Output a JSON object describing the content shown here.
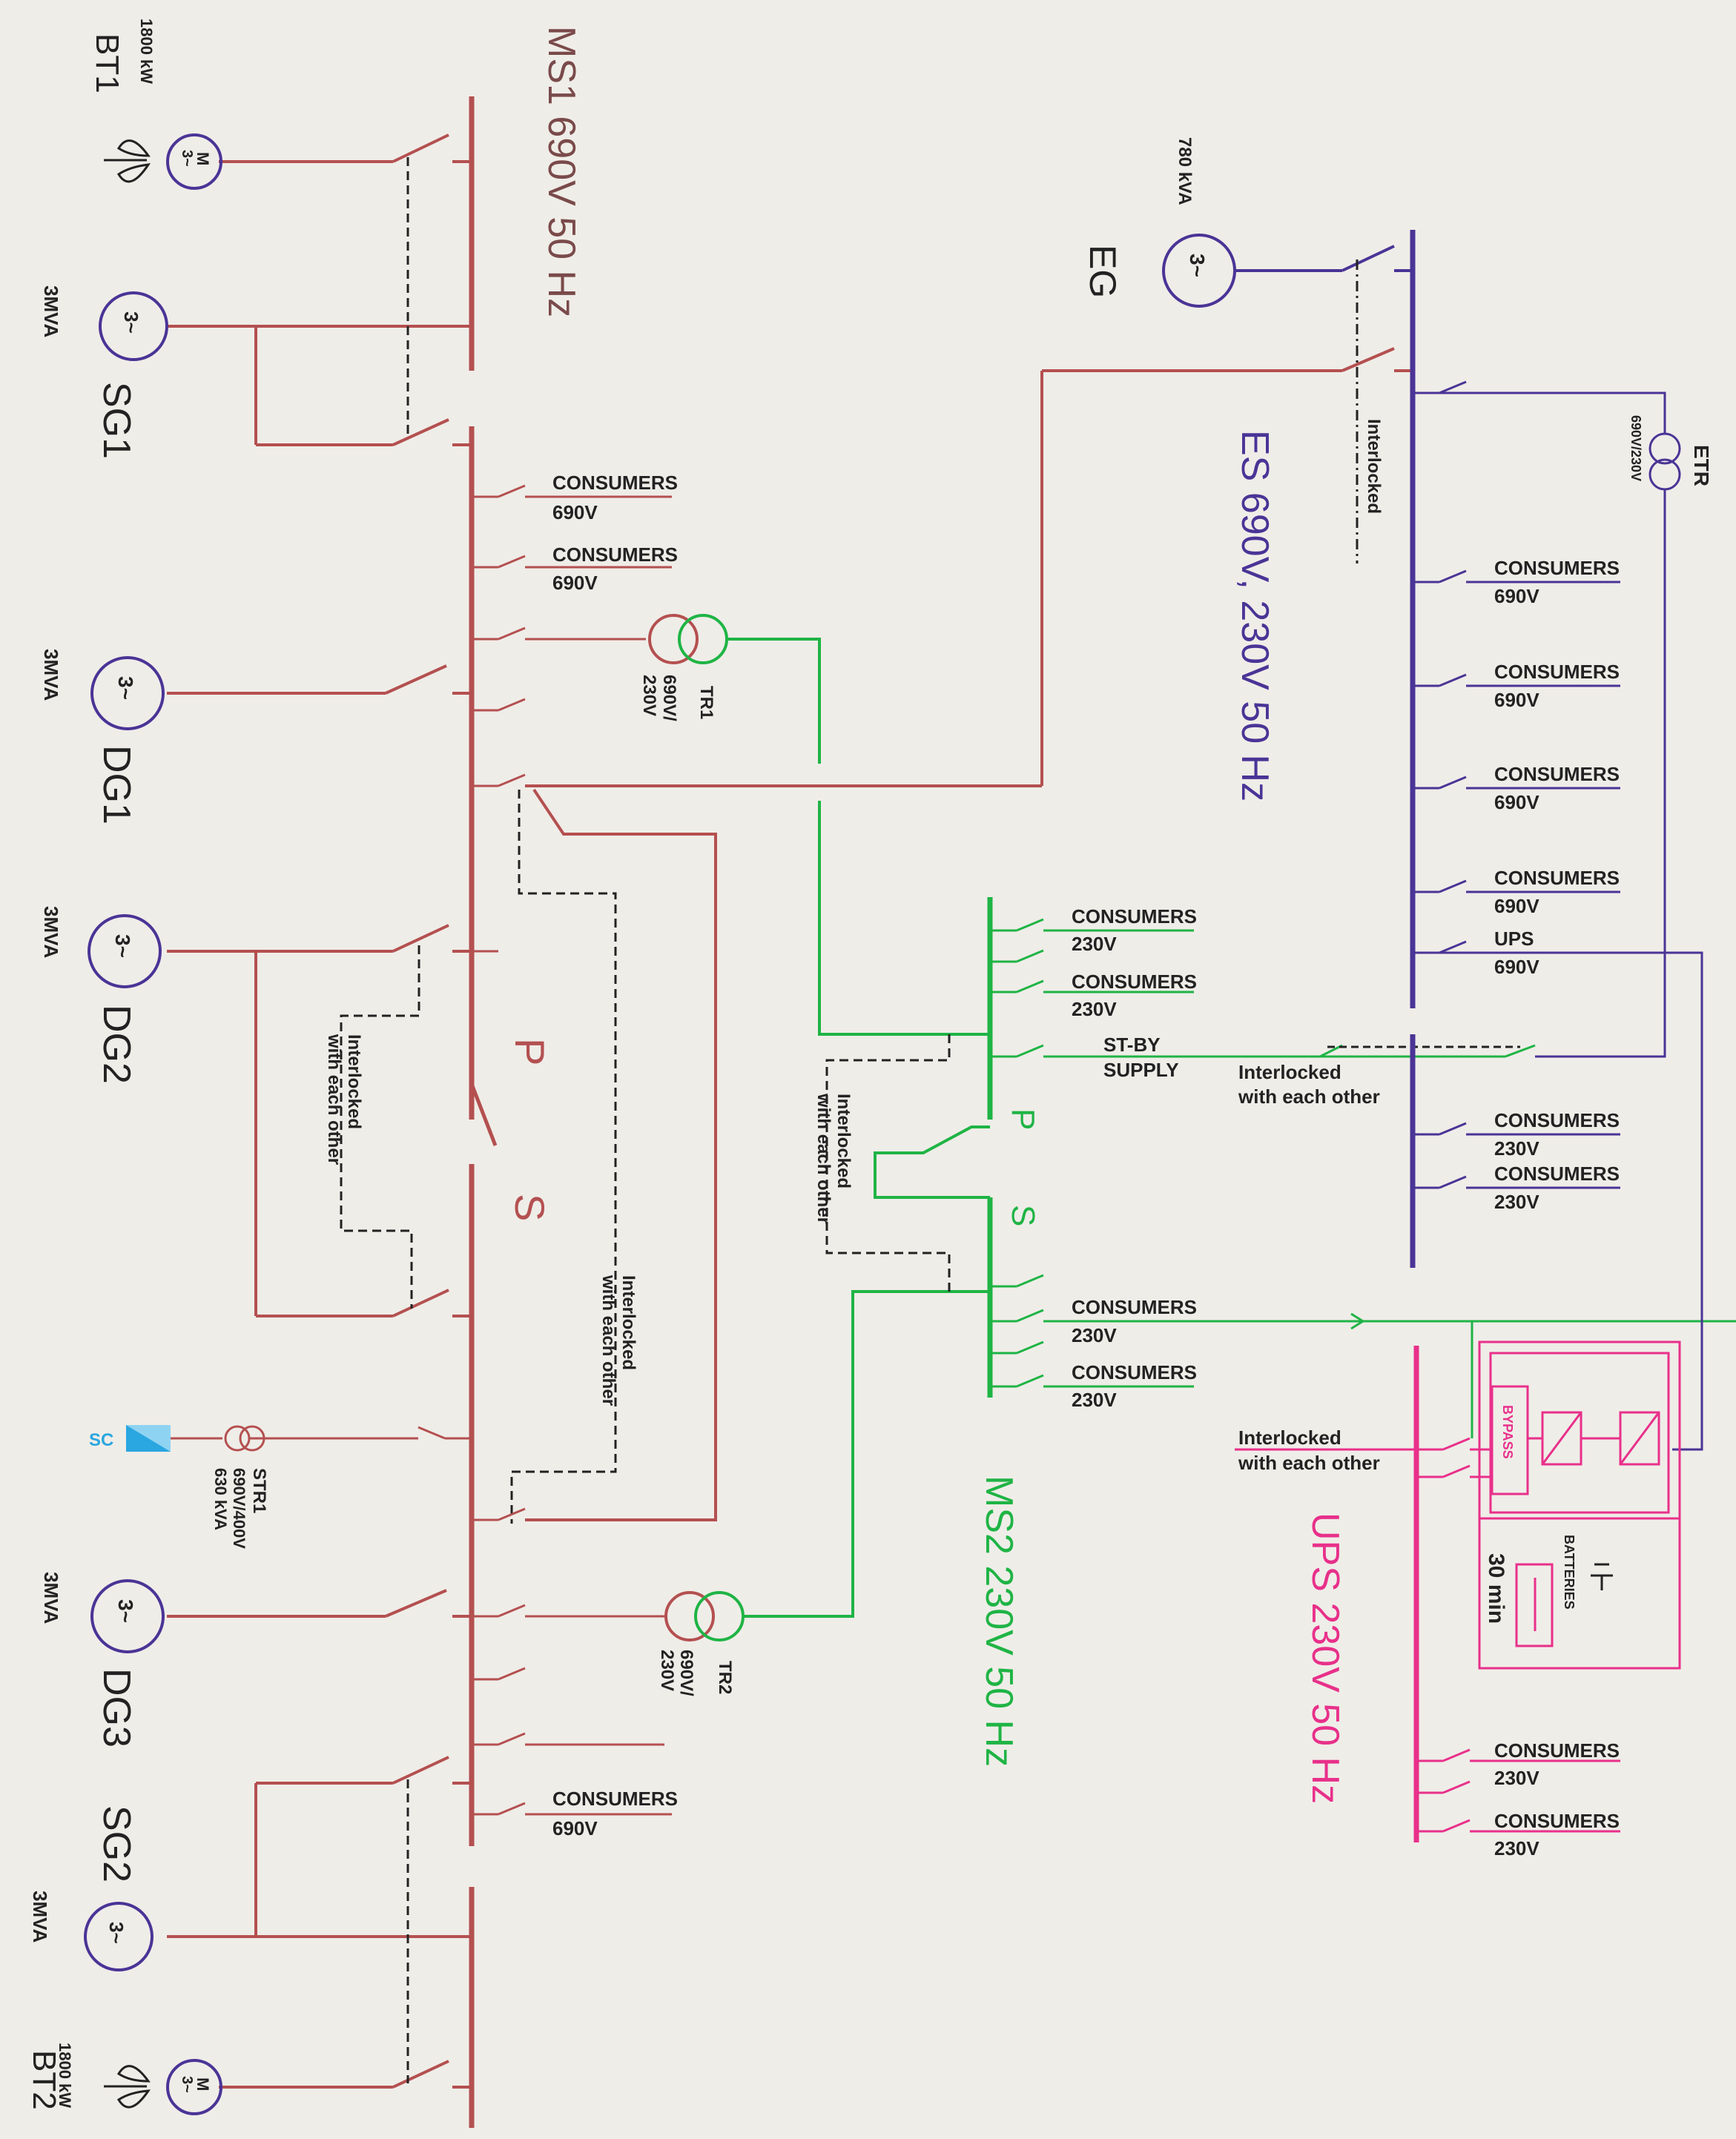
{
  "colors": {
    "ms1": "#b45050",
    "ms2": "#1fb445",
    "es": "#4a3496",
    "ups": "#e8308a",
    "sc": "#2aa6e0",
    "dash": "#222222",
    "text": "#222222"
  },
  "buses": {
    "ms1": "MS1 690V 50 Hz",
    "ms2": "MS2 230V 50 Hz",
    "es": "ES 690V, 230V 50 Hz",
    "ups": "UPS 230V 50 Hz"
  },
  "section": {
    "p": "P",
    "s": "S"
  },
  "sources": {
    "bt1": {
      "name": "BT1",
      "rating": "1800 kW",
      "symbol": "M",
      "sub": "3~"
    },
    "sg1": {
      "name": "SG1",
      "rating": "3MVA",
      "symbol": "3~"
    },
    "dg1": {
      "name": "DG1",
      "rating": "3MVA",
      "symbol": "3~"
    },
    "dg2": {
      "name": "DG2",
      "rating": "3MVA",
      "symbol": "3~"
    },
    "dg3": {
      "name": "DG3",
      "rating": "3MVA",
      "symbol": "3~"
    },
    "sg2": {
      "name": "SG2",
      "rating": "3MVA",
      "symbol": "3~"
    },
    "bt2": {
      "name": "BT2",
      "rating": "1800 kW",
      "symbol": "M",
      "sub": "3~"
    },
    "eg": {
      "name": "EG",
      "rating": "780 kVA",
      "symbol": "3~"
    }
  },
  "transformers": {
    "tr1": {
      "name": "TR1",
      "ratio1": "690V/",
      "ratio2": "230V"
    },
    "tr2": {
      "name": "TR2",
      "ratio1": "690V/",
      "ratio2": "230V"
    },
    "str1": {
      "name": "STR1",
      "ratio": "690V/400V",
      "rating": "630 kVA"
    },
    "etr": {
      "name": "ETR",
      "ratio": "690V/230V"
    }
  },
  "shore": "SC",
  "consumers": {
    "c690": {
      "title": "CONSUMERS",
      "voltage": "690V"
    },
    "c230": {
      "title": "CONSUMERS",
      "voltage": "230V"
    },
    "ups690": {
      "title": "UPS",
      "voltage": "690V"
    },
    "stby": {
      "l1": "ST-BY",
      "l2": "SUPPLY"
    }
  },
  "interlocks": {
    "generic": "Interlocked",
    "with_l1": "Interlocked",
    "with_l2": "with each other",
    "stby_l1": "Interlocked",
    "stby_l2": "with each other"
  },
  "ups": {
    "bypass": "BYPASS",
    "batteries": "BATTERIES",
    "duration": "30 min"
  }
}
